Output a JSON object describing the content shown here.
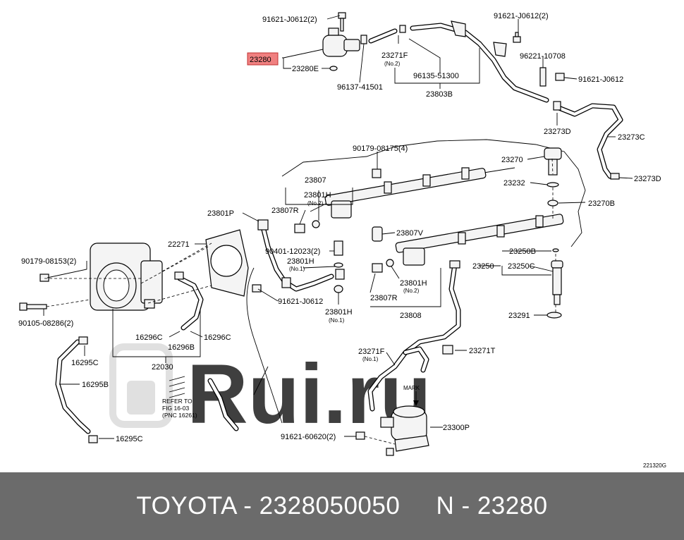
{
  "diagram": {
    "highlight_color": "#f08080",
    "watermark": "Rui.ru",
    "ref_code": "221320G",
    "note_lines": [
      "REFER TO",
      "FIG 16-03",
      "(PNC 16261)"
    ],
    "mark_label": "MARK",
    "labels": {
      "l_91621_j0612_top": "91621-J0612(2)",
      "l_91621_j0612_tr": "91621-J0612(2)",
      "l_23280": "23280",
      "l_23280e": "23280E",
      "l_96137": "96137-41501",
      "l_23271f_top": "23271F",
      "l_no2_a": "(No.2)",
      "l_96135": "96135-51300",
      "l_23803b": "23803B",
      "l_96221": "96221-10708",
      "l_91621_j0612_r": "91621-J0612",
      "l_23273d_a": "23273D",
      "l_23273c": "23273C",
      "l_23273d_b": "23273D",
      "l_90179_08175": "90179-08175(4)",
      "l_23270": "23270",
      "l_23232": "23232",
      "l_23270b": "23270B",
      "l_23807": "23807",
      "l_23801h_a": "23801H",
      "l_no2_b": "(No.2)",
      "l_23807r_a": "23807R",
      "l_23801p": "23801P",
      "l_23807v": "23807V",
      "l_22271": "22271",
      "l_90401": "90401-12023(2)",
      "l_23801h_b": "23801H",
      "l_no1_a": "(No.1)",
      "l_23250b": "23250B",
      "l_23250": "23250",
      "l_23250c": "23250C",
      "l_90179_08153": "90179-08153(2)",
      "l_23801h_c": "23801H",
      "l_no2_c": "(No.2)",
      "l_23807r_b": "23807R",
      "l_91621_j0612_mid": "91621-J0612",
      "l_23801h_d": "23801H",
      "l_no1_b": "(No.1)",
      "l_23808": "23808",
      "l_23291": "23291",
      "l_90105": "90105-08286(2)",
      "l_16296c_a": "16296C",
      "l_16296c_b": "16296C",
      "l_16296b": "16296B",
      "l_16295c_a": "16295C",
      "l_22030": "22030",
      "l_16295b": "16295B",
      "l_16295c_b": "16295C",
      "l_23271f_bot": "23271F",
      "l_no1_c": "(No.1)",
      "l_23271t": "23271T",
      "l_23300p": "23300P",
      "l_91621_60620": "91621-60620(2)"
    }
  },
  "footer": {
    "text": "TOYOTA - 2328050050     N - 23280"
  }
}
